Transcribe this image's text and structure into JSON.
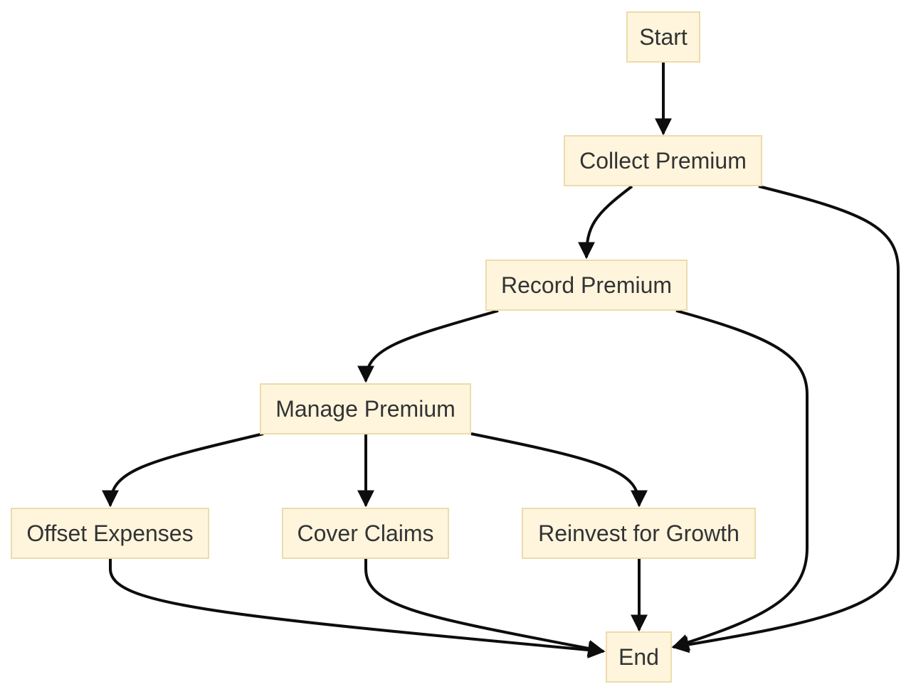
{
  "nodes": {
    "start": "Start",
    "collect": "Collect Premium",
    "record": "Record Premium",
    "manage": "Manage Premium",
    "offset": "Offset Expenses",
    "claims": "Cover Claims",
    "reinvest": "Reinvest for Growth",
    "end": "End"
  },
  "edges": [
    {
      "from": "start",
      "to": "collect"
    },
    {
      "from": "collect",
      "to": "record"
    },
    {
      "from": "collect",
      "to": "end"
    },
    {
      "from": "record",
      "to": "manage"
    },
    {
      "from": "record",
      "to": "end"
    },
    {
      "from": "manage",
      "to": "offset"
    },
    {
      "from": "manage",
      "to": "claims"
    },
    {
      "from": "manage",
      "to": "reinvest"
    },
    {
      "from": "offset",
      "to": "end"
    },
    {
      "from": "claims",
      "to": "end"
    },
    {
      "from": "reinvest",
      "to": "end"
    }
  ],
  "colors": {
    "node_fill": "#fff5dd",
    "node_border": "#ecdcac",
    "edge": "#0d0d0d",
    "text": "#333333"
  }
}
